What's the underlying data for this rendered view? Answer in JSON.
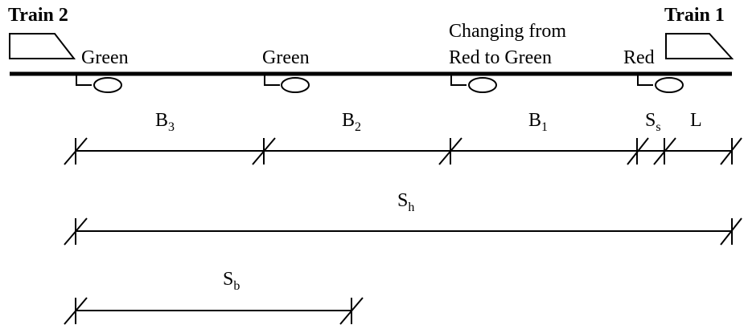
{
  "trains": {
    "train2": "Train 2",
    "train1": "Train 1"
  },
  "signals": [
    {
      "state": "Green"
    },
    {
      "state": "Green"
    },
    {
      "state_line1": "Changing from",
      "state_line2": "Red to Green"
    },
    {
      "state": "Red"
    }
  ],
  "segments": [
    {
      "base": "B",
      "sub": "3"
    },
    {
      "base": "B",
      "sub": "2"
    },
    {
      "base": "B",
      "sub": "1"
    },
    {
      "base": "S",
      "sub": "s"
    },
    {
      "base": "L",
      "sub": ""
    }
  ],
  "headway": {
    "base": "S",
    "sub": "h"
  },
  "braking": {
    "base": "S",
    "sub": "b"
  }
}
